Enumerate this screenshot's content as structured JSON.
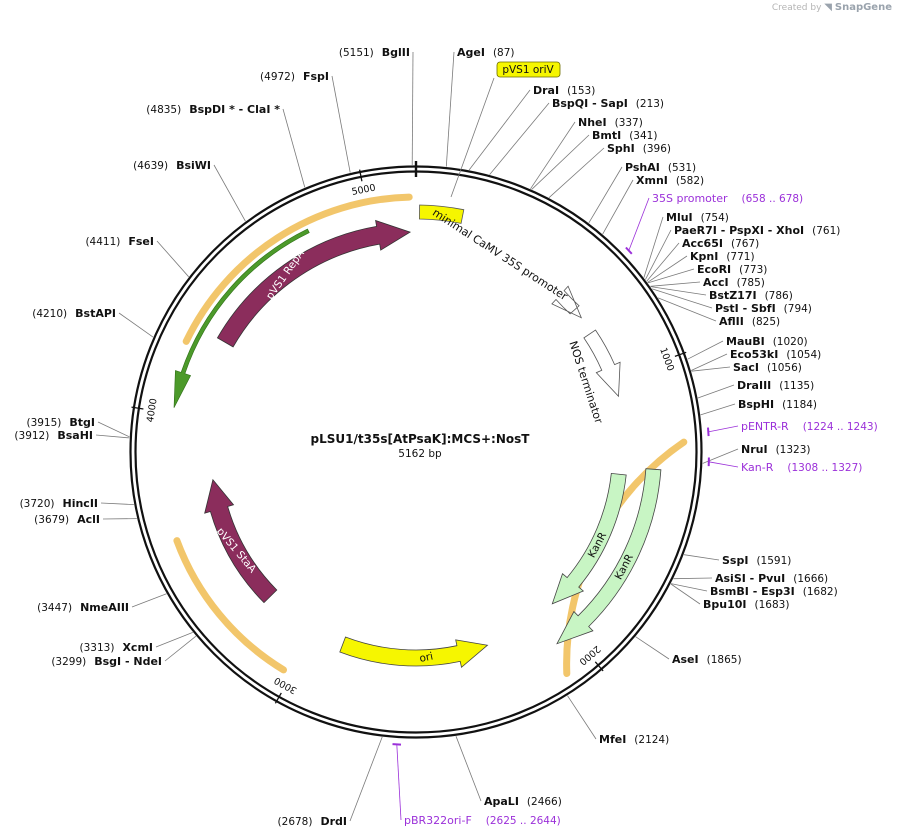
{
  "branding": {
    "created_by": "Created by",
    "product": "SnapGene"
  },
  "plasmid": {
    "name": "pLSU1/t35s[AtPsaK]:MCS+:NosT",
    "length_label": "5162 bp",
    "length": 5162
  },
  "colors": {
    "backbone": "#111111",
    "orf_red": "#8b2d5c",
    "kanr_green": "#c8f5c4",
    "yellow_feature": "#f6f600",
    "primer": "#9b30d9",
    "highlight_orange": "#f2c66b",
    "line_gray": "#7a7a7a"
  },
  "ticks": [
    {
      "pos": 1000,
      "label": "1000"
    },
    {
      "pos": 2000,
      "label": "2000"
    },
    {
      "pos": 3000,
      "label": "3000"
    },
    {
      "pos": 4000,
      "label": "4000"
    },
    {
      "pos": 5000,
      "label": "5000"
    }
  ],
  "enzymes": [
    {
      "name": "AgeI",
      "site": "(87)",
      "pos": 87
    },
    {
      "name": "DraI",
      "site": "(153)",
      "pos": 153
    },
    {
      "name": "BspQI  -  SapI",
      "site": "(213)",
      "pos": 213
    },
    {
      "name": "NheI",
      "site": "(337)",
      "pos": 337
    },
    {
      "name": "BmtI",
      "site": "(341)",
      "pos": 341
    },
    {
      "name": "SphI",
      "site": "(396)",
      "pos": 396
    },
    {
      "name": "PshAI",
      "site": "(531)",
      "pos": 531
    },
    {
      "name": "XmnI",
      "site": "(582)",
      "pos": 582
    },
    {
      "name": "MluI",
      "site": "(754)",
      "pos": 754
    },
    {
      "name": "PaeR7I  -  PspXI  -  XhoI",
      "site": "(761)",
      "pos": 761
    },
    {
      "name": "Acc65I",
      "site": "(767)",
      "pos": 767
    },
    {
      "name": "KpnI",
      "site": "(771)",
      "pos": 771
    },
    {
      "name": "EcoRI",
      "site": "(773)",
      "pos": 773
    },
    {
      "name": "AccI",
      "site": "(785)",
      "pos": 785
    },
    {
      "name": "BstZ17I",
      "site": "(786)",
      "pos": 786
    },
    {
      "name": "PstI  -  SbfI",
      "site": "(794)",
      "pos": 794
    },
    {
      "name": "AflII",
      "site": "(825)",
      "pos": 825
    },
    {
      "name": "MauBI",
      "site": "(1020)",
      "pos": 1020
    },
    {
      "name": "Eco53kI",
      "site": "(1054)",
      "pos": 1054
    },
    {
      "name": "SacI",
      "site": "(1056)",
      "pos": 1056
    },
    {
      "name": "DraIII",
      "site": "(1135)",
      "pos": 1135
    },
    {
      "name": "BspHI",
      "site": "(1184)",
      "pos": 1184
    },
    {
      "name": "NruI",
      "site": "(1323)",
      "pos": 1323
    },
    {
      "name": "SspI",
      "site": "(1591)",
      "pos": 1591
    },
    {
      "name": "AsiSI  -  PvuI",
      "site": "(1666)",
      "pos": 1666
    },
    {
      "name": "BsmBI  -  Esp3I",
      "site": "(1682)",
      "pos": 1682
    },
    {
      "name": "Bpu10I",
      "site": "(1683)",
      "pos": 1683
    },
    {
      "name": "AseI",
      "site": "(1865)",
      "pos": 1865
    },
    {
      "name": "MfeI",
      "site": "(2124)",
      "pos": 2124
    },
    {
      "name": "ApaLI",
      "site": "(2466)",
      "pos": 2466
    },
    {
      "name": "DrdI",
      "site": "(2678)",
      "pos": 2678
    },
    {
      "name": "BsgI  -  NdeI",
      "site": "(3299)",
      "pos": 3299
    },
    {
      "name": "XcmI",
      "site": "(3313)",
      "pos": 3313
    },
    {
      "name": "NmeAIII",
      "site": "(3447)",
      "pos": 3447
    },
    {
      "name": "AclI",
      "site": "(3679)",
      "pos": 3679
    },
    {
      "name": "HincII",
      "site": "(3720)",
      "pos": 3720
    },
    {
      "name": "BsaHI",
      "site": "(3912)",
      "pos": 3912
    },
    {
      "name": "BtgI",
      "site": "(3915)",
      "pos": 3915
    },
    {
      "name": "BstAPI",
      "site": "(4210)",
      "pos": 4210
    },
    {
      "name": "FseI",
      "site": "(4411)",
      "pos": 4411
    },
    {
      "name": "BsiWI",
      "site": "(4639)",
      "pos": 4639
    },
    {
      "name": "BspDI *  -  ClaI *",
      "site": "(4835)",
      "pos": 4835
    },
    {
      "name": "FspI",
      "site": "(4972)",
      "pos": 4972
    },
    {
      "name": "BglII",
      "site": "(5151)",
      "pos": 5151
    }
  ],
  "primers": [
    {
      "name": "35S promoter",
      "range": "(658 .. 678)",
      "pos": 668
    },
    {
      "name": "pENTR-R",
      "range": "(1224 .. 1243)",
      "pos": 1234
    },
    {
      "name": "Kan-R",
      "range": "(1308 .. 1327)",
      "pos": 1318
    },
    {
      "name": "pBR322ori-F",
      "range": "(2625 .. 2644)",
      "pos": 2635
    }
  ],
  "features": [
    {
      "label": "pVS1 oriV",
      "start": 5162,
      "end": 5162,
      "kind": "ori-flag"
    },
    {
      "label": "minimal CaMV 35S promoter",
      "start": 10,
      "end": 345,
      "kind": "yellow"
    },
    {
      "label": "NOS terminator",
      "start": 830,
      "end": 1090,
      "kind": "terminator"
    },
    {
      "label": "KanR",
      "start": 1320,
      "end": 2115,
      "kind": "kanr"
    },
    {
      "label": "KanR",
      "start": 1295,
      "end": 2090,
      "kind": "kanr"
    },
    {
      "label": "ori",
      "start": 2270,
      "end": 2850,
      "kind": "yellow"
    },
    {
      "label": "pVS1 StaA",
      "start": 3210,
      "end": 3875,
      "kind": "orf"
    },
    {
      "label": "pVS1 RepA",
      "start": 4190,
      "end": 5090,
      "kind": "orf"
    }
  ]
}
